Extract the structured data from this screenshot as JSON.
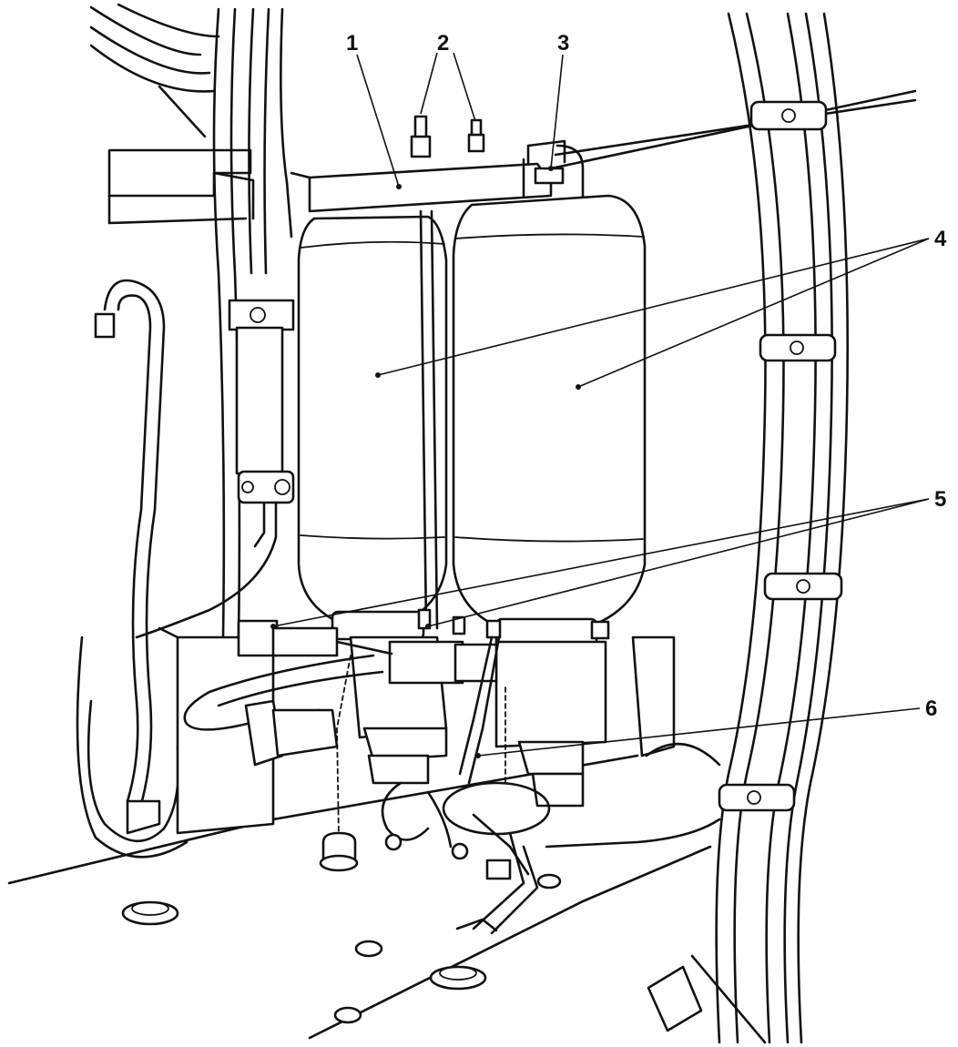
{
  "callouts": [
    {
      "id": "1",
      "label": "1"
    },
    {
      "id": "2",
      "label": "2"
    },
    {
      "id": "3",
      "label": "3"
    },
    {
      "id": "4",
      "label": "4"
    },
    {
      "id": "5",
      "label": "5"
    },
    {
      "id": "6",
      "label": "6"
    }
  ],
  "colors": {
    "stroke": "#111111",
    "background": "#ffffff"
  }
}
